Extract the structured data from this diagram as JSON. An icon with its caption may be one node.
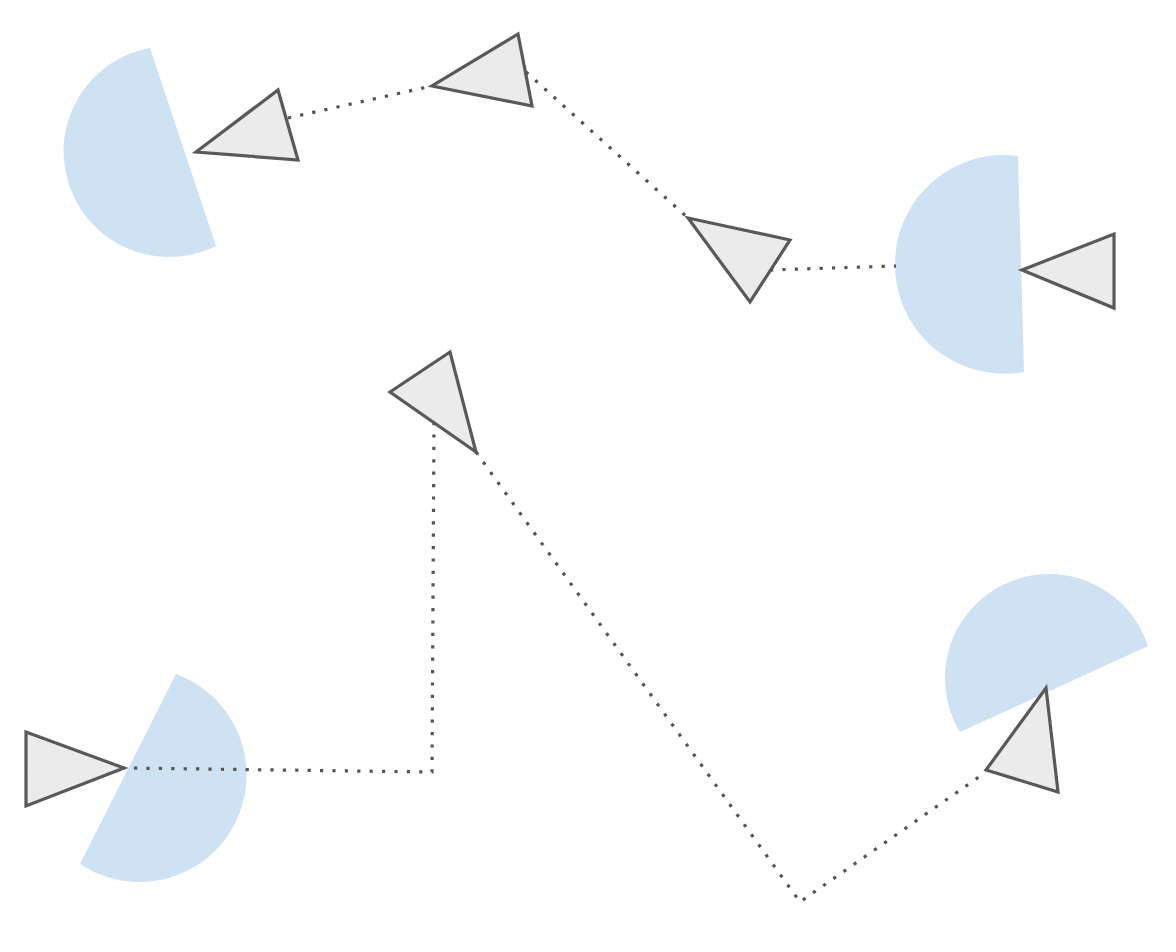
{
  "diagram": {
    "nodes": [
      {
        "text": [],
        "shape": "triangle"
      },
      {
        "text": [],
        "shape": "triangle"
      },
      {
        "text": [],
        "shape": "triangle"
      },
      {
        "text": [],
        "shape": "triangle"
      },
      {
        "text": [],
        "shape": "triangle"
      },
      {
        "text": [],
        "shape": "triangle"
      },
      {
        "text": [],
        "shape": "triangle"
      }
    ],
    "edges": [
      {
        "from": 0,
        "to": 1,
        "arrow": "none"
      },
      {
        "from": 1,
        "to": 2,
        "arrow": "none"
      },
      {
        "from": 2,
        "to": 3,
        "arrow": "none"
      },
      {
        "from": 4,
        "to": 5,
        "arrow": "none"
      },
      {
        "from": 4,
        "to": 6,
        "arrow": "none"
      }
    ]
  }
}
